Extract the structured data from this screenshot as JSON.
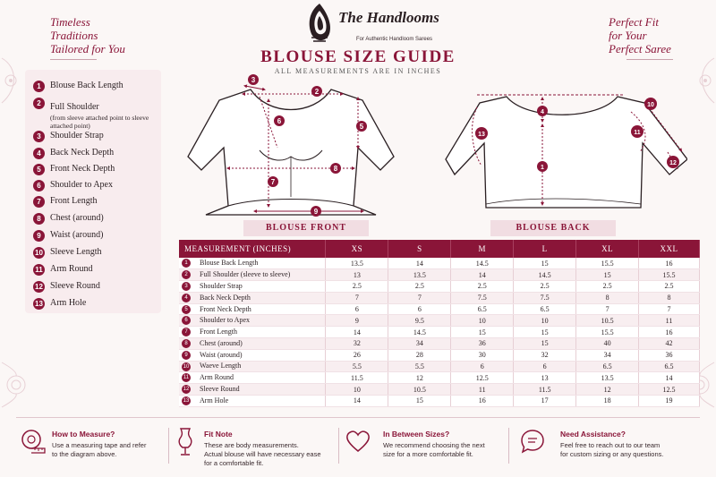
{
  "header": {
    "tagline_left": [
      "Timeless",
      "Traditions",
      "Tailored for You"
    ],
    "tagline_right": [
      "Perfect Fit",
      "for Your",
      "Perfect Saree"
    ],
    "brand_name": "The Handlooms",
    "brand_sub": "For Authentic Handloom Sarees",
    "title": "BLOUSE SIZE GUIDE",
    "subtitle": "ALL MEASUREMENTS ARE IN INCHES"
  },
  "legend": [
    {
      "num": "1",
      "label": "Blouse Back Length",
      "sub": ""
    },
    {
      "num": "2",
      "label": "Full Shoulder",
      "sub": "(from sleeve attached point to sleeve attached point)"
    },
    {
      "num": "3",
      "label": "Shoulder Strap",
      "sub": ""
    },
    {
      "num": "4",
      "label": "Back Neck Depth",
      "sub": ""
    },
    {
      "num": "5",
      "label": "Front Neck Depth",
      "sub": ""
    },
    {
      "num": "6",
      "label": "Shoulder to Apex",
      "sub": ""
    },
    {
      "num": "7",
      "label": "Front Length",
      "sub": ""
    },
    {
      "num": "8",
      "label": "Chest (around)",
      "sub": ""
    },
    {
      "num": "9",
      "label": "Waist (around)",
      "sub": ""
    },
    {
      "num": "10",
      "label": "Sleeve Length",
      "sub": ""
    },
    {
      "num": "11",
      "label": "Arm Round",
      "sub": ""
    },
    {
      "num": "12",
      "label": "Sleeve Round",
      "sub": ""
    },
    {
      "num": "13",
      "label": "Arm Hole",
      "sub": ""
    }
  ],
  "diagrams": {
    "front_caption": "BLOUSE FRONT",
    "back_caption": "BLOUSE BACK",
    "front_markers": [
      "3",
      "2",
      "6",
      "5",
      "8",
      "7",
      "9"
    ],
    "back_markers": [
      "4",
      "13",
      "1",
      "10",
      "11",
      "12"
    ]
  },
  "table": {
    "headers": [
      "MEASUREMENT (INCHES)",
      "XS",
      "S",
      "M",
      "L",
      "XL",
      "XXL"
    ],
    "rows": [
      {
        "num": "1",
        "label": "Blouse Back Length",
        "values": [
          "13.5",
          "14",
          "14.5",
          "15",
          "15.5",
          "16"
        ]
      },
      {
        "num": "2",
        "label": "Full Shoulder (sleeve to sleeve)",
        "values": [
          "13",
          "13.5",
          "14",
          "14.5",
          "15",
          "15.5"
        ]
      },
      {
        "num": "3",
        "label": "Shoulder Strap",
        "values": [
          "2.5",
          "2.5",
          "2.5",
          "2.5",
          "2.5",
          "2.5"
        ]
      },
      {
        "num": "4",
        "label": "Back Neck Depth",
        "values": [
          "7",
          "7",
          "7.5",
          "7.5",
          "8",
          "8"
        ]
      },
      {
        "num": "5",
        "label": "Front Neck Depth",
        "values": [
          "6",
          "6",
          "6.5",
          "6.5",
          "7",
          "7"
        ]
      },
      {
        "num": "6",
        "label": "Shoulder to Apex",
        "values": [
          "9",
          "9.5",
          "10",
          "10",
          "10.5",
          "11"
        ]
      },
      {
        "num": "7",
        "label": "Front Length",
        "values": [
          "14",
          "14.5",
          "15",
          "15",
          "15.5",
          "16"
        ]
      },
      {
        "num": "8",
        "label": "Chest (around)",
        "values": [
          "32",
          "34",
          "36",
          "15",
          "40",
          "42"
        ]
      },
      {
        "num": "9",
        "label": "Waist (around)",
        "values": [
          "26",
          "28",
          "30",
          "32",
          "34",
          "36"
        ]
      },
      {
        "num": "10",
        "label": "Waeve Length",
        "values": [
          "5.5",
          "5.5",
          "6",
          "6",
          "6.5",
          "6.5"
        ]
      },
      {
        "num": "11",
        "label": "Arm Round",
        "values": [
          "11.5",
          "12",
          "12.5",
          "13",
          "13.5",
          "14"
        ]
      },
      {
        "num": "12",
        "label": "Sleeve Round",
        "values": [
          "10",
          "10.5",
          "11",
          "11.5",
          "12",
          "12.5"
        ]
      },
      {
        "num": "13",
        "label": "Arm Hole",
        "values": [
          "14",
          "15",
          "16",
          "17",
          "18",
          "19"
        ]
      }
    ]
  },
  "info": [
    {
      "title": "How to Measure?",
      "text": [
        "Use a measuring tape and refer",
        "to the diagram above."
      ],
      "icon": "measuring-tape-icon"
    },
    {
      "title": "Fit Note",
      "text": [
        "These are body measurements.",
        "Actual blouse will have necessary ease",
        "for a comfortable fit."
      ],
      "icon": "dress-form-icon"
    },
    {
      "title": "In Between Sizes?",
      "text": [
        "We recommend choosing the next",
        "size for a more comfortable fit."
      ],
      "icon": "heart-icon"
    },
    {
      "title": "Need Assistance?",
      "text": [
        "Feel free to reach out to our team",
        "for custom sizing or any questions."
      ],
      "icon": "chat-bubble-icon"
    }
  ],
  "colors": {
    "accent": "#8a1538",
    "panel": "#f8ecee",
    "background": "#fbf7f6"
  }
}
